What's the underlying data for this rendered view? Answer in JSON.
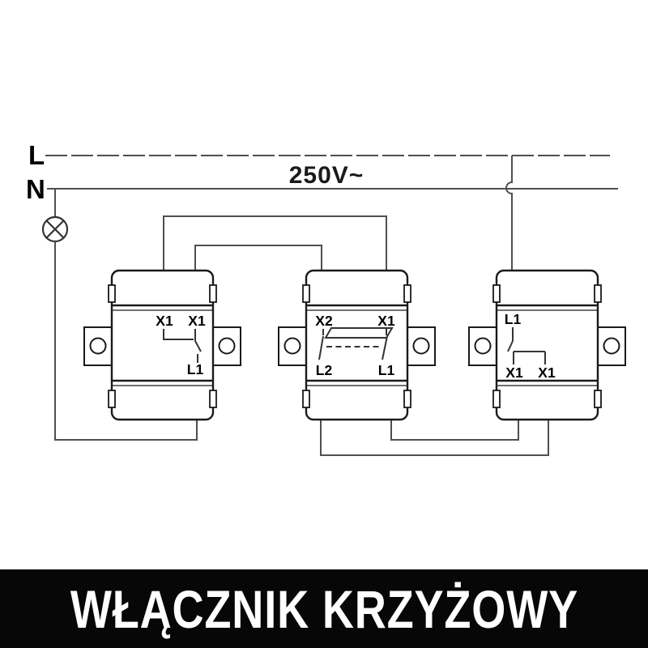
{
  "power": {
    "l_label": "L",
    "n_label": "N",
    "voltage": "250V~"
  },
  "switches": [
    {
      "name": "switch-left",
      "terminals": {
        "tl": "X1",
        "tr": "X1",
        "br": "L1"
      }
    },
    {
      "name": "switch-middle",
      "terminals": {
        "tl": "X2",
        "tr": "X1",
        "bl": "L2",
        "br": "L1"
      }
    },
    {
      "name": "switch-right",
      "terminals": {
        "tl": "L1",
        "bl": "X1",
        "br": "X1"
      }
    }
  ],
  "banner": {
    "title": "WŁĄCZNIK KRZYŻOWY"
  },
  "colors": {
    "wire": "#4f4f4f",
    "outline": "#1a1a1a",
    "banner_bg": "#070707",
    "banner_text": "#ffffff"
  }
}
